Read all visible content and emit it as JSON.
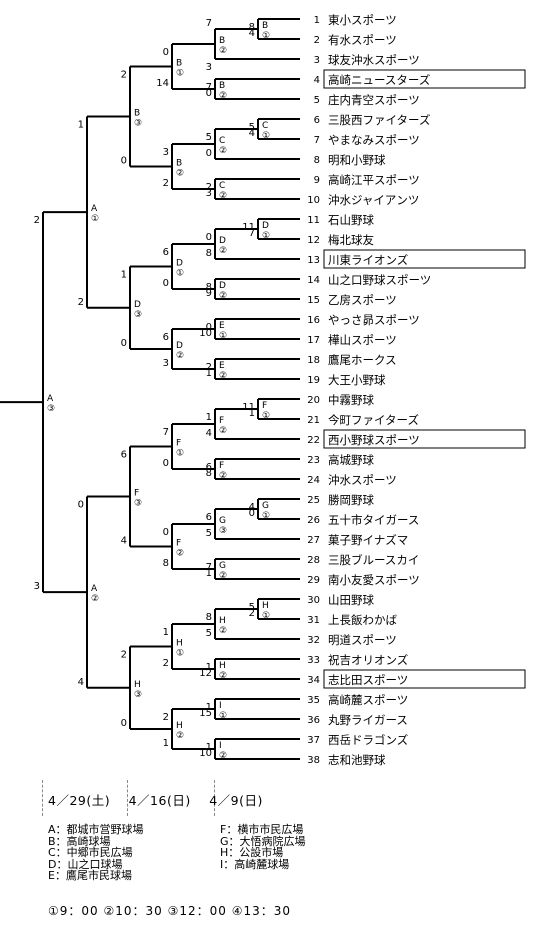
{
  "teams": [
    {
      "no": "1",
      "name": "東小スポーツ",
      "boxed": false
    },
    {
      "no": "2",
      "name": "有水スポーツ",
      "boxed": false
    },
    {
      "no": "3",
      "name": "球友沖水スポーツ",
      "boxed": false
    },
    {
      "no": "4",
      "name": "高崎ニュースターズ",
      "boxed": true
    },
    {
      "no": "5",
      "name": "庄内青空スポーツ",
      "boxed": false
    },
    {
      "no": "6",
      "name": "三股西ファイターズ",
      "boxed": false
    },
    {
      "no": "7",
      "name": "やまなみスポーツ",
      "boxed": false
    },
    {
      "no": "8",
      "name": "明和小野球",
      "boxed": false
    },
    {
      "no": "9",
      "name": "高崎江平スポーツ",
      "boxed": false
    },
    {
      "no": "10",
      "name": "沖水ジャイアンツ",
      "boxed": false
    },
    {
      "no": "11",
      "name": "石山野球",
      "boxed": false
    },
    {
      "no": "12",
      "name": "梅北球友",
      "boxed": false
    },
    {
      "no": "13",
      "name": "川東ライオンズ",
      "boxed": true
    },
    {
      "no": "14",
      "name": "山之口野球スポーツ",
      "boxed": false
    },
    {
      "no": "15",
      "name": "乙房スポーツ",
      "boxed": false
    },
    {
      "no": "16",
      "name": "やっさ昴スポーツ",
      "boxed": false
    },
    {
      "no": "17",
      "name": "樺山スポーツ",
      "boxed": false
    },
    {
      "no": "18",
      "name": "鷹尾ホークス",
      "boxed": false
    },
    {
      "no": "19",
      "name": "大王小野球",
      "boxed": false
    },
    {
      "no": "20",
      "name": "中霧野球",
      "boxed": false
    },
    {
      "no": "21",
      "name": "今町ファイターズ",
      "boxed": false
    },
    {
      "no": "22",
      "name": "西小野球スポーツ",
      "boxed": true
    },
    {
      "no": "23",
      "name": "高城野球",
      "boxed": false
    },
    {
      "no": "24",
      "name": "沖水スポーツ",
      "boxed": false
    },
    {
      "no": "25",
      "name": "勝岡野球",
      "boxed": false
    },
    {
      "no": "26",
      "name": "五十市タイガース",
      "boxed": false
    },
    {
      "no": "27",
      "name": "菓子野イナズマ",
      "boxed": false
    },
    {
      "no": "28",
      "name": "三股ブルースカイ",
      "boxed": false
    },
    {
      "no": "29",
      "name": "南小友愛スポーツ",
      "boxed": false
    },
    {
      "no": "30",
      "name": "山田野球",
      "boxed": false
    },
    {
      "no": "31",
      "name": "上長飯わかば",
      "boxed": false
    },
    {
      "no": "32",
      "name": "明道スポーツ",
      "boxed": false
    },
    {
      "no": "33",
      "name": "祝吉オリオンズ",
      "boxed": false
    },
    {
      "no": "34",
      "name": "志比田スポーツ",
      "boxed": true
    },
    {
      "no": "35",
      "name": "高崎麓スポーツ",
      "boxed": false
    },
    {
      "no": "36",
      "name": "丸野ライガース",
      "boxed": false
    },
    {
      "no": "37",
      "name": "西岳ドラゴンズ",
      "boxed": false
    },
    {
      "no": "38",
      "name": "志和池野球",
      "boxed": false
    }
  ],
  "matches": [
    {
      "id": "m1_2",
      "round": 1,
      "venue": "B",
      "time": "①",
      "top_score": "8",
      "bottom_score": "4"
    },
    {
      "id": "m3_12",
      "round": 2,
      "venue": "B",
      "time": "②",
      "top_score": "3",
      "bottom_score": "7"
    },
    {
      "id": "m4_5",
      "round": 2,
      "venue": "B",
      "time": "②",
      "top_score": "7",
      "bottom_score": "0"
    },
    {
      "id": "mA3",
      "round": 3,
      "venue": "B",
      "time": "①",
      "top_score": "0",
      "bottom_score": "14"
    },
    {
      "id": "m6_7",
      "round": 1,
      "venue": "C",
      "time": "①",
      "top_score": "5",
      "bottom_score": "4"
    },
    {
      "id": "m67_8",
      "round": 2,
      "venue": "C",
      "time": "②",
      "top_score": "5",
      "bottom_score": "0"
    },
    {
      "id": "m9_10",
      "round": 2,
      "venue": "C",
      "time": "②",
      "top_score": "2",
      "bottom_score": "3"
    },
    {
      "id": "mB3",
      "round": 3,
      "venue": "B",
      "time": "②",
      "top_score": "3",
      "bottom_score": "2"
    },
    {
      "id": "mAB",
      "round": 4,
      "venue": "B",
      "time": "③",
      "top_score": "2",
      "bottom_score": "0"
    },
    {
      "id": "m11_12",
      "round": 1,
      "venue": "D",
      "time": "①",
      "top_score": "11",
      "bottom_score": "7"
    },
    {
      "id": "m1112_13",
      "round": 2,
      "venue": "D",
      "time": "②",
      "top_score": "0",
      "bottom_score": "8"
    },
    {
      "id": "m14_15",
      "round": 2,
      "venue": "D",
      "time": "②",
      "top_score": "8",
      "bottom_score": "9"
    },
    {
      "id": "mC3",
      "round": 3,
      "venue": "D",
      "time": "①",
      "top_score": "6",
      "bottom_score": "0"
    },
    {
      "id": "m16_17",
      "round": 2,
      "venue": "E",
      "time": "①",
      "top_score": "0",
      "bottom_score": "10"
    },
    {
      "id": "m18_19",
      "round": 2,
      "venue": "E",
      "time": "②",
      "top_score": "2",
      "bottom_score": "1"
    },
    {
      "id": "mD3",
      "round": 3,
      "venue": "D",
      "time": "②",
      "top_score": "6",
      "bottom_score": "3"
    },
    {
      "id": "mCD",
      "round": 4,
      "venue": "D",
      "time": "③",
      "top_score": "1",
      "bottom_score": "0"
    },
    {
      "id": "mTopSemi",
      "round": 5,
      "venue": "A",
      "time": "①",
      "top_score": "1",
      "bottom_score": "2"
    },
    {
      "id": "m20_21",
      "round": 1,
      "venue": "F",
      "time": "①",
      "top_score": "11",
      "bottom_score": "1"
    },
    {
      "id": "m2021_22",
      "round": 2,
      "venue": "F",
      "time": "②",
      "top_score": "1",
      "bottom_score": "4"
    },
    {
      "id": "m23_24",
      "round": 2,
      "venue": "F",
      "time": "②",
      "top_score": "6",
      "bottom_score": "8"
    },
    {
      "id": "mE3",
      "round": 3,
      "venue": "F",
      "time": "①",
      "top_score": "7",
      "bottom_score": "0"
    },
    {
      "id": "m25_26",
      "round": 1,
      "venue": "G",
      "time": "①",
      "top_score": "4",
      "bottom_score": "0"
    },
    {
      "id": "m2526_27",
      "round": 2,
      "venue": "G",
      "time": "③",
      "top_score": "6",
      "bottom_score": "5"
    },
    {
      "id": "m28_29",
      "round": 2,
      "venue": "G",
      "time": "②",
      "top_score": "7",
      "bottom_score": "1"
    },
    {
      "id": "mF3",
      "round": 3,
      "venue": "F",
      "time": "②",
      "top_score": "0",
      "bottom_score": "8"
    },
    {
      "id": "mEF",
      "round": 4,
      "venue": "F",
      "time": "③",
      "top_score": "6",
      "bottom_score": "4"
    },
    {
      "id": "m30_31",
      "round": 1,
      "venue": "H",
      "time": "①",
      "top_score": "5",
      "bottom_score": "2"
    },
    {
      "id": "m3031_32",
      "round": 2,
      "venue": "H",
      "time": "②",
      "top_score": "8",
      "bottom_score": "5"
    },
    {
      "id": "m33_34",
      "round": 2,
      "venue": "H",
      "time": "②",
      "top_score": "1",
      "bottom_score": "12"
    },
    {
      "id": "mG3",
      "round": 3,
      "venue": "H",
      "time": "①",
      "top_score": "1",
      "bottom_score": "2"
    },
    {
      "id": "m35_36",
      "round": 2,
      "venue": "I",
      "time": "①",
      "top_score": "1",
      "bottom_score": "15"
    },
    {
      "id": "m37_38",
      "round": 2,
      "venue": "I",
      "time": "②",
      "top_score": "1",
      "bottom_score": "10"
    },
    {
      "id": "mH3",
      "round": 3,
      "venue": "H",
      "time": "②",
      "top_score": "2",
      "bottom_score": "1"
    },
    {
      "id": "mGH",
      "round": 4,
      "venue": "H",
      "time": "③",
      "top_score": "2",
      "bottom_score": "0"
    },
    {
      "id": "mBotSemi",
      "round": 5,
      "venue": "A",
      "time": "②",
      "top_score": "0",
      "bottom_score": "4"
    },
    {
      "id": "mFinal",
      "round": 6,
      "venue": "A",
      "time": "③",
      "top_score": "2",
      "bottom_score": "3"
    }
  ],
  "dates": [
    "4／29(土)",
    "4／16(日)",
    "4／9(日)"
  ],
  "venues_left": [
    "A：都城市営野球場",
    "B：高崎球場",
    "C：中郷市民広場",
    "D：山之口球場",
    "E：鷹尾市民球場"
  ],
  "venues_right": [
    "F：横市市民広場",
    "G：大悟病院広場",
    "H：公設市場",
    "I：高崎麓球場"
  ],
  "times": "①9：00 ②10：30 ③12：00 ④13：30"
}
